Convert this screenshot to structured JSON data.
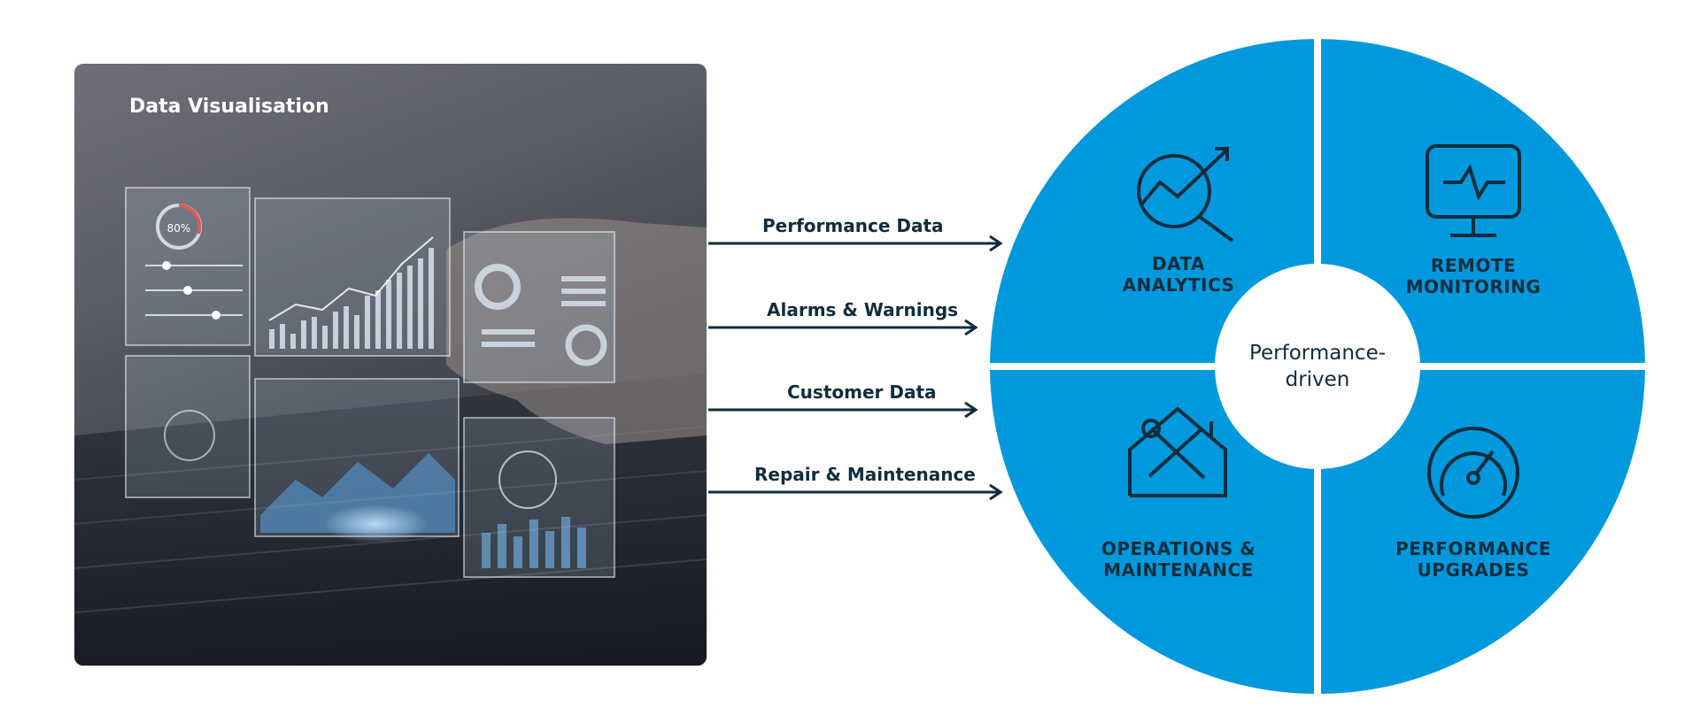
{
  "photo": {
    "title": "Data Visualisation",
    "gauge_text": "80%"
  },
  "flows": [
    {
      "label": "Performance Data"
    },
    {
      "label": "Alarms & Warnings"
    },
    {
      "label": "Customer Data"
    },
    {
      "label": "Repair & Maintenance"
    }
  ],
  "wheel": {
    "center": "Performance-\ndriven",
    "quadrants": [
      {
        "label": "DATA\nANALYTICS",
        "icon": "analytics-magnifier-icon"
      },
      {
        "label": "REMOTE\nMONITORING",
        "icon": "monitor-icon"
      },
      {
        "label": "OPERATIONS &\nMAINTENANCE",
        "icon": "house-tools-icon"
      },
      {
        "label": "PERFORMANCE\nUPGRADES",
        "icon": "gauge-icon"
      }
    ]
  },
  "colors": {
    "wheel_blue": "#0099dd",
    "text_dark": "#0f2d3c",
    "divider": "#ffffff"
  }
}
